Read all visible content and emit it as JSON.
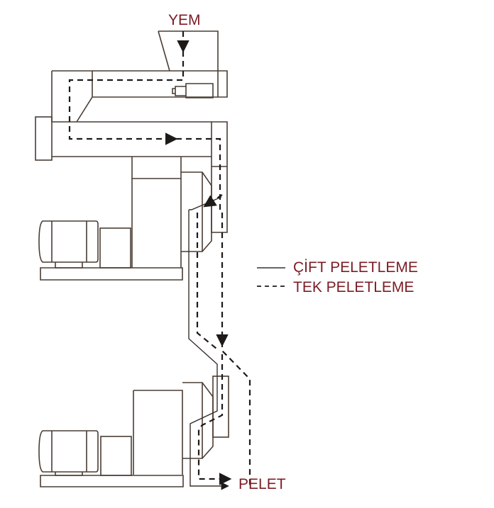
{
  "labels": {
    "input": "YEM",
    "output": "PELET"
  },
  "legend": [
    {
      "line_style": "solid",
      "label": "ÇİFT PELETLEME"
    },
    {
      "line_style": "dashed",
      "label": "TEK PELETLEME"
    }
  ],
  "colors": {
    "text": "#7b1c24",
    "line": "#4a3d34"
  }
}
